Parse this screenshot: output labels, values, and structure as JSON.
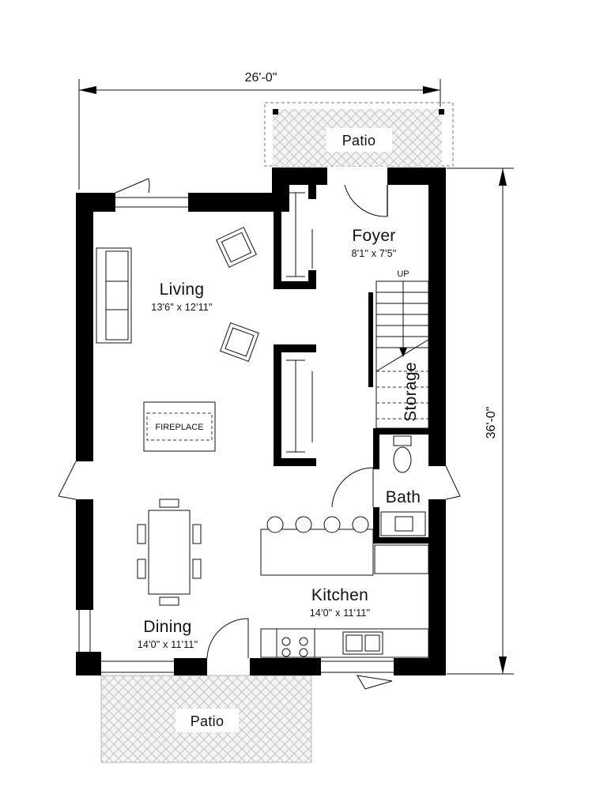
{
  "plan": {
    "overall_width": "26'-0\"",
    "overall_depth": "36'-0\"",
    "rooms": {
      "living": {
        "name": "Living",
        "size": "13'6\" x 12'11\""
      },
      "foyer": {
        "name": "Foyer",
        "size": "8'1\" x 7'5\""
      },
      "dining": {
        "name": "Dining",
        "size": "14'0\" x 11'11\""
      },
      "kitchen": {
        "name": "Kitchen",
        "size": "14'0\" x 11'11\""
      },
      "storage": {
        "name": "Storage"
      },
      "bath": {
        "name": "Bath"
      }
    },
    "patio_top_label": "Patio",
    "patio_bottom_label": "Patio",
    "fireplace_label": "FIREPLACE",
    "stair_label": "UP"
  }
}
